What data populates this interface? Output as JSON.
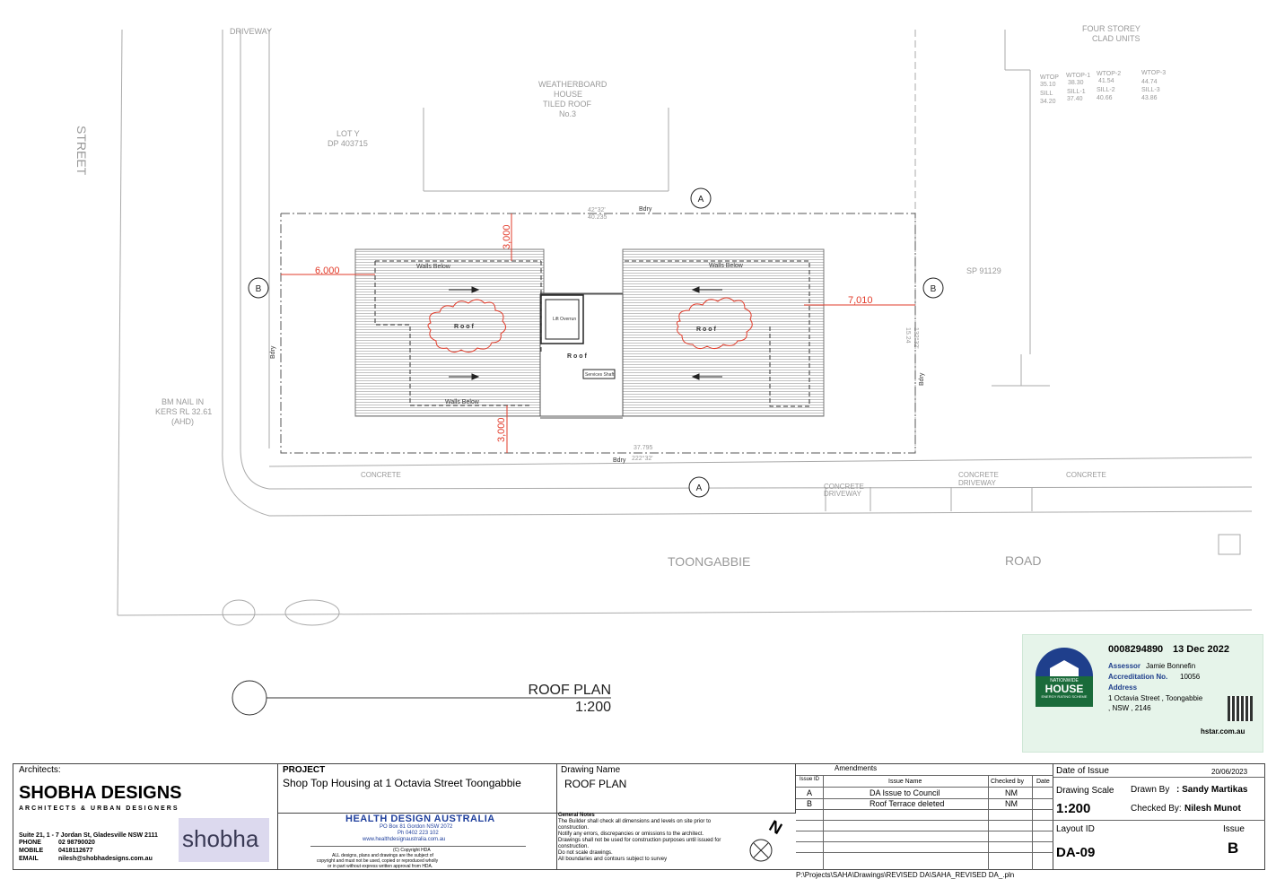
{
  "drawing": {
    "roof_plan_label": "ROOF PLAN",
    "scale_label": "1:200",
    "street_vertical": "STREET",
    "street_main_1": "TOONGABBIE",
    "street_main_2": "ROAD",
    "driveway_top": "DRIVEWAY",
    "weatherboard": [
      "WEATHERBOARD",
      "HOUSE",
      "TILED ROOF",
      "No.3"
    ],
    "lot": [
      "LOT Y",
      "DP 403715"
    ],
    "four_storey": [
      "FOUR STOREY",
      "CLAD UNITS"
    ],
    "sp": "SP 91129",
    "bm": [
      "BM NAIL IN",
      "KERS RL 32.61",
      "(AHD)"
    ],
    "walls_below": "Walls  Below",
    "roof": "Roof",
    "roof_spaced": "R o o f",
    "lift_overrun": "Lift Overrun",
    "services_shaft": "Services Shaft",
    "bdry": "Bdry",
    "concrete": "CONCRETE",
    "concrete_driveway": [
      "CONCRETE",
      "DRIVEWAY"
    ],
    "dims": {
      "top": "3,000",
      "bottom": "3,000",
      "left": "6,000",
      "right": "7,010"
    },
    "boundary_top": [
      "42°32'",
      "40.235"
    ],
    "boundary_bottom": [
      "37.795",
      "222°32'"
    ],
    "boundary_right": [
      "15.24",
      "132°32'"
    ],
    "section_a": "A",
    "section_b": "B",
    "north": "N",
    "survey_levels": [
      [
        "WTOP",
        "35.10"
      ],
      [
        "WTOP-1",
        "38.30"
      ],
      [
        "WTOP-2",
        "41.54"
      ],
      [
        "WTOP-3",
        "44.74"
      ],
      [
        "SILL",
        "34.20"
      ],
      [
        "SILL-1",
        "37.40"
      ],
      [
        "SILL-2",
        "40.66"
      ],
      [
        "SILL-3",
        "43.86"
      ]
    ]
  },
  "certificate": {
    "number": "0008294890",
    "date": "13 Dec 2022",
    "assessor_label": "Assessor",
    "assessor": "Jamie Bonnefin",
    "accreditation_label": "Accreditation No.",
    "accreditation": "10056",
    "address_label": "Address",
    "address_1": "1 Octavia Street , Toongabbie",
    "address_2": ", NSW , 2146",
    "logo_1": "NATIONWIDE",
    "logo_2": "HOUSE",
    "logo_3": "ENERGY RATING SCHEME",
    "website": "hstar.com.au"
  },
  "titleblock": {
    "architects_label": "Architects:",
    "firm": "SHOBHA DESIGNS",
    "firm_sub": "ARCHITECTS & URBAN DESIGNERS",
    "address": "Suite 21, 1 - 7 Jordan St, Gladesville NSW 2111",
    "phone_label": "PHONE",
    "phone": "02 98790020",
    "mobile_label": "MOBILE",
    "mobile": "0418112677",
    "email_label": "EMAIL",
    "email": "nilesh@shobhadesigns.com.au",
    "logo": "shobha",
    "project_label": "PROJECT",
    "project": "Shop Top Housing at 1 Octavia Street Toongabbie",
    "hda_name": "HEALTH DESIGN AUSTRALIA",
    "hda_po": "PO Box 81 Gordon NSW 2072",
    "hda_ph": "Ph 0402 223 102",
    "hda_web": "www.healthdesignaustralia.com.au",
    "hda_copy": "(C) Copyright HDA",
    "hda_legal_1": "ALL designs, plans and drawings are the subject of",
    "hda_legal_2": "copyright and must not be used, copied or reproduced wholly",
    "hda_legal_3": "or in part without express written approval from HDA.",
    "drawing_name_label": "Drawing Name",
    "drawing_name": "ROOF PLAN",
    "general_notes_label": "General Notes",
    "notes": [
      "The Builder shall check all dimensions and levels on site prior to",
      "construction.",
      "Notify any errors, discrepancies or omissions to the architect.",
      "Drawings shall not be used for construction purposes until issued for",
      "construction.",
      "Do not scale drawings.",
      "All boundaries and contours subject to survey"
    ],
    "amendments_label": "Amendments",
    "col_issue_id": "Issue ID",
    "col_issue_name": "Issue Name",
    "col_checked": "Checked by",
    "col_date": "Date",
    "amendments": [
      {
        "id": "A",
        "name": "DA Issue to Council",
        "checked": "NM",
        "date": ""
      },
      {
        "id": "B",
        "name": "Roof Terrace deleted",
        "checked": "NM",
        "date": ""
      }
    ],
    "date_of_issue_label": "Date of Issue",
    "date_of_issue": "20/06/2023",
    "drawing_scale_label": "Drawing Scale",
    "drawing_scale": "1:200",
    "drawn_by_label": "Drawn By",
    "drawn_by": ": Sandy Martikas",
    "checked_by_label": "Checked By:",
    "checked_by": "Nilesh Munot",
    "layout_id_label": "Layout ID",
    "layout_id": "DA-09",
    "issue_label": "Issue",
    "issue": "B",
    "filepath": "P:\\Projects\\SAHA\\Drawings\\REVISED DA\\SAHA_REVISED DA_.pln"
  }
}
